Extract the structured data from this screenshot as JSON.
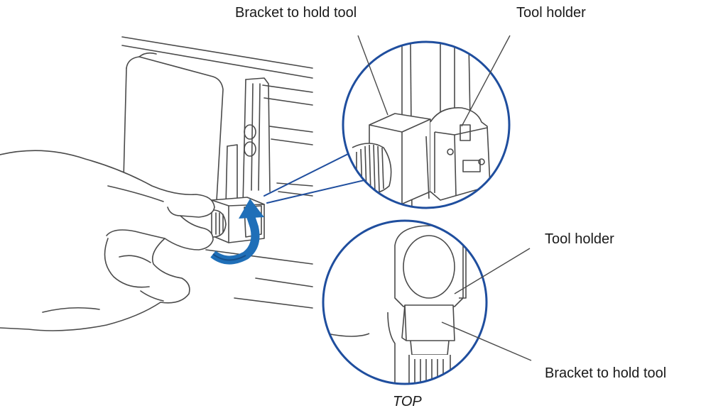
{
  "labels": {
    "top_left": "Bracket to hold tool",
    "top_right": "Tool holder",
    "right_top": "Tool holder",
    "right_bottom": "Bracket to hold tool",
    "caption": "TOP"
  },
  "colors": {
    "line": "#4a4a4a",
    "circle": "#1f4e9e",
    "arrow": "#1f6fb8",
    "arrow_dark": "#174f8a",
    "fill": "#ffffff"
  }
}
